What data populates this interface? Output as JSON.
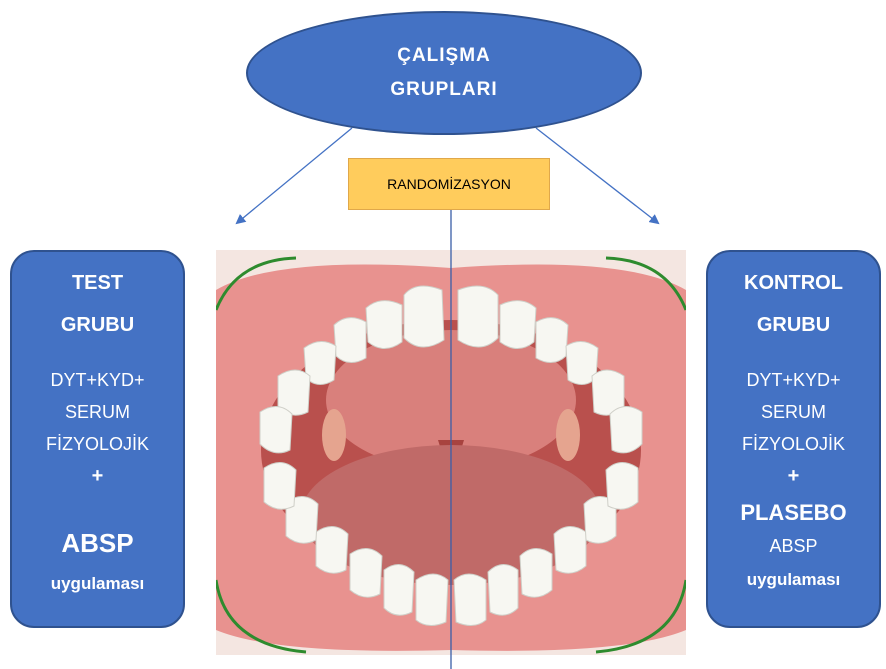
{
  "title_ellipse": {
    "line1": "ÇALIŞMA",
    "line2": "GRUPLARI"
  },
  "randomization_label": "RANDOMİZASYON",
  "test_group": {
    "title_line1": "TEST",
    "title_line2": "GRUBU",
    "line1": "DYT+KYD+",
    "line2": "SERUM",
    "line3": "FİZYOLOJİK",
    "plus": "+",
    "highlight": "ABSP",
    "suffix": "uygulaması"
  },
  "control_group": {
    "title_line1": "KONTROL",
    "title_line2": "GRUBU",
    "line1": "DYT+KYD+",
    "line2": "SERUM",
    "line3": "FİZYOLOJİK",
    "plus": "+",
    "highlight": "PLASEBO",
    "line4": "ABSP",
    "suffix": "uygulaması"
  },
  "colors": {
    "box_fill": "#4472c4",
    "box_border": "#2f528f",
    "randomization_fill": "#ffcc5c",
    "arrow": "#4472c4",
    "gum": "#e8928f",
    "teeth": "#f7f7f2",
    "mouth_interior": "#b9504d",
    "tongue": "#c06a68",
    "outline": "#2e8b2e"
  }
}
